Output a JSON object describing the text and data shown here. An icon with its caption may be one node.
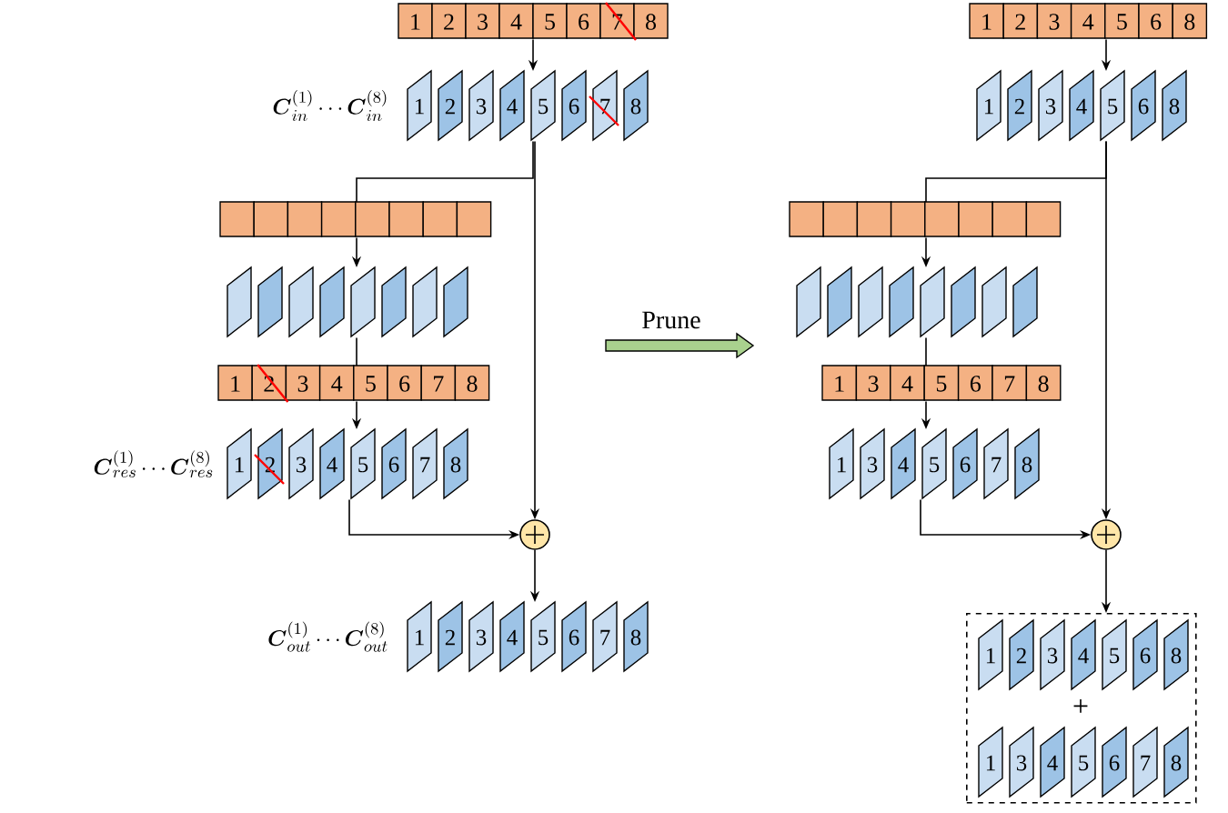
{
  "diagram": {
    "nodes": [
      {
        "text": [
          "1",
          "2",
          "3",
          "4",
          "5",
          "6",
          "7",
          "8"
        ]
      },
      {
        "text": [
          "1",
          "2",
          "3",
          "4",
          "5",
          "6",
          "7",
          "8"
        ],
        "beside": [
          "\\boldsymbol{C}_{in}^{(1)}\\cdots\\boldsymbol{C}_{in}^{(8)}"
        ]
      },
      {
        "text": [],
        "shape": "bar"
      },
      {
        "text": [],
        "shape": "parallelogram"
      },
      {
        "text": [
          "1",
          "2",
          "3",
          "4",
          "5",
          "6",
          "7",
          "8"
        ]
      },
      {
        "text": [
          "1",
          "2",
          "3",
          "4",
          "5",
          "6",
          "7",
          "8"
        ],
        "beside": [
          "\\boldsymbol{C}_{res}^{(1)}\\cdots\\boldsymbol{C}_{res}^{(8)}"
        ]
      },
      {
        "text": [],
        "shape": "circle"
      },
      {
        "text": [
          "1",
          "2",
          "3",
          "4",
          "5",
          "6",
          "7",
          "8"
        ],
        "beside": [
          "\\boldsymbol{C}_{out}^{(1)}\\cdots\\boldsymbol{C}_{out}^{(8)}"
        ]
      },
      {
        "text": [
          "1",
          "2",
          "3",
          "4",
          "5",
          "6",
          "8"
        ]
      },
      {
        "text": [
          "1",
          "2",
          "3",
          "4",
          "5",
          "6",
          "8"
        ]
      },
      {
        "text": [],
        "shape": "bar"
      },
      {
        "text": [],
        "shape": "parallelogram"
      },
      {
        "text": [
          "1",
          "3",
          "4",
          "5",
          "6",
          "7",
          "8"
        ]
      },
      {
        "text": [
          "1",
          "3",
          "4",
          "5",
          "6",
          "7",
          "8"
        ]
      },
      {
        "text": [],
        "shape": "circle"
      },
      {
        "text": [
          "+"
        ]
      },
      {
        "text": [
          "1",
          "2",
          "3",
          "4",
          "5",
          "6",
          "8"
        ],
        "in": 15
      },
      {
        "text": [
          "1",
          "3",
          "4",
          "5",
          "6",
          "7",
          "8"
        ],
        "in": 15
      }
    ],
    "edges": [
      {
        "from": 0,
        "to": 1,
        "arrow": "to"
      },
      {
        "from": 1,
        "to": 2,
        "arrow": "none"
      },
      {
        "from": 2,
        "to": 3,
        "arrow": "to"
      },
      {
        "from": 3,
        "to": 4,
        "arrow": "none"
      },
      {
        "from": 4,
        "to": 5,
        "arrow": "to"
      },
      {
        "from": 5,
        "to": 6,
        "arrow": "to"
      },
      {
        "from": 1,
        "to": 6,
        "arrow": "to"
      },
      {
        "from": 6,
        "to": 7,
        "arrow": "to"
      },
      {
        "from": 8,
        "to": 9,
        "arrow": "to"
      },
      {
        "from": 9,
        "to": 10,
        "arrow": "none"
      },
      {
        "from": 10,
        "to": 11,
        "arrow": "to"
      },
      {
        "from": 11,
        "to": 12,
        "arrow": "none"
      },
      {
        "from": 12,
        "to": 13,
        "arrow": "to"
      },
      {
        "from": 13,
        "to": 14,
        "arrow": "to"
      },
      {
        "from": 9,
        "to": 14,
        "arrow": "to"
      },
      {
        "from": 14,
        "to": 15,
        "arrow": "to"
      }
    ],
    "labels": [
      "Prune"
    ]
  }
}
